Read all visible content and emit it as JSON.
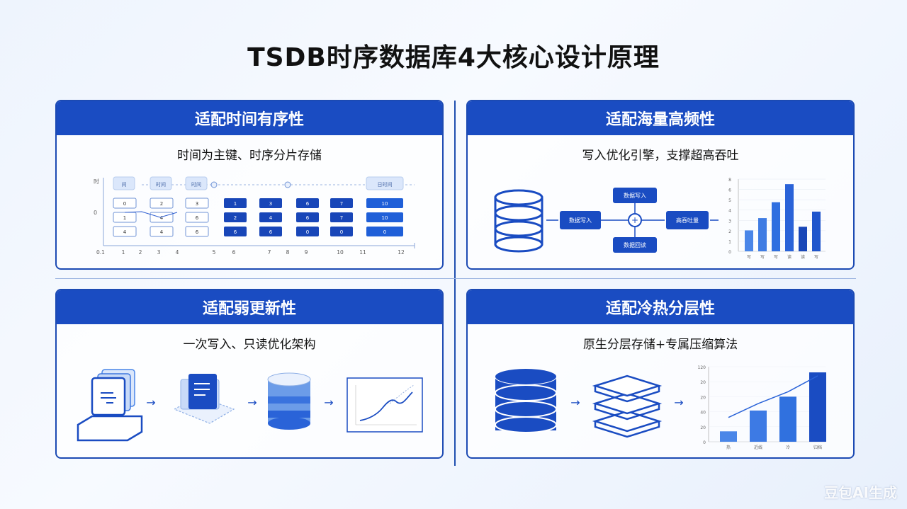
{
  "page": {
    "title": "TSDB时序数据库4大核心设计原理",
    "watermark": "豆包AI生成"
  },
  "colors": {
    "primary": "#1a4cc2",
    "dark": "#1c4ab3",
    "light": "#4a86e8",
    "pale": "#dbe7fb"
  },
  "panels": [
    {
      "title": "适配时间有序性",
      "subtitle": "时间为主键、时序分片存储"
    },
    {
      "title": "适配海量高频性",
      "subtitle": "写入优化引擎，支撑超高吞吐"
    },
    {
      "title": "适配弱更新性",
      "subtitle": "一次写入、只读优化架构"
    },
    {
      "title": "适配冷热分层性",
      "subtitle": "原生分层存储+专属压缩算法"
    }
  ],
  "shard_grid": {
    "y_labels": [
      "时",
      "0"
    ],
    "x_labels": [
      "0.1",
      "1",
      "2",
      "3",
      "4",
      "5",
      "6",
      "7",
      "8",
      "9",
      "10",
      "11",
      "12"
    ],
    "headers": [
      "间",
      "时间",
      "时间",
      "时间"
    ],
    "right_header": "日时间",
    "light_cells": [
      [
        "0",
        "2",
        "3"
      ],
      [
        "1",
        "4",
        "6"
      ],
      [
        "4",
        "4",
        "6"
      ]
    ],
    "dark_cells": [
      [
        "1",
        "3",
        "6",
        "7",
        "10"
      ],
      [
        "2",
        "4",
        "6",
        "7",
        "10"
      ],
      [
        "6",
        "6",
        "0",
        "0",
        "0"
      ]
    ]
  },
  "write_engine": {
    "input_label": "数据写入",
    "top_label": "数据写入",
    "bottom_label": "数据回读",
    "output_label": "高吞吐量",
    "bar_values": [
      0.29,
      0.46,
      0.68,
      0.93,
      0.34,
      0.55
    ],
    "y_ticks": [
      "8",
      "6",
      "5",
      "4",
      "3",
      "2",
      "1",
      "0"
    ],
    "x_ticks": [
      "写",
      "写",
      "写",
      "读",
      "读",
      "写"
    ]
  },
  "tiered_chart": {
    "y_ticks": [
      "120",
      "20",
      "20",
      "40",
      "20",
      "0"
    ],
    "categories": [
      "热",
      "近线",
      "冷",
      "归档"
    ],
    "bar_values": [
      0.15,
      0.45,
      0.65,
      1.0
    ],
    "trend": [
      0.35,
      0.55,
      0.72,
      0.95
    ]
  }
}
